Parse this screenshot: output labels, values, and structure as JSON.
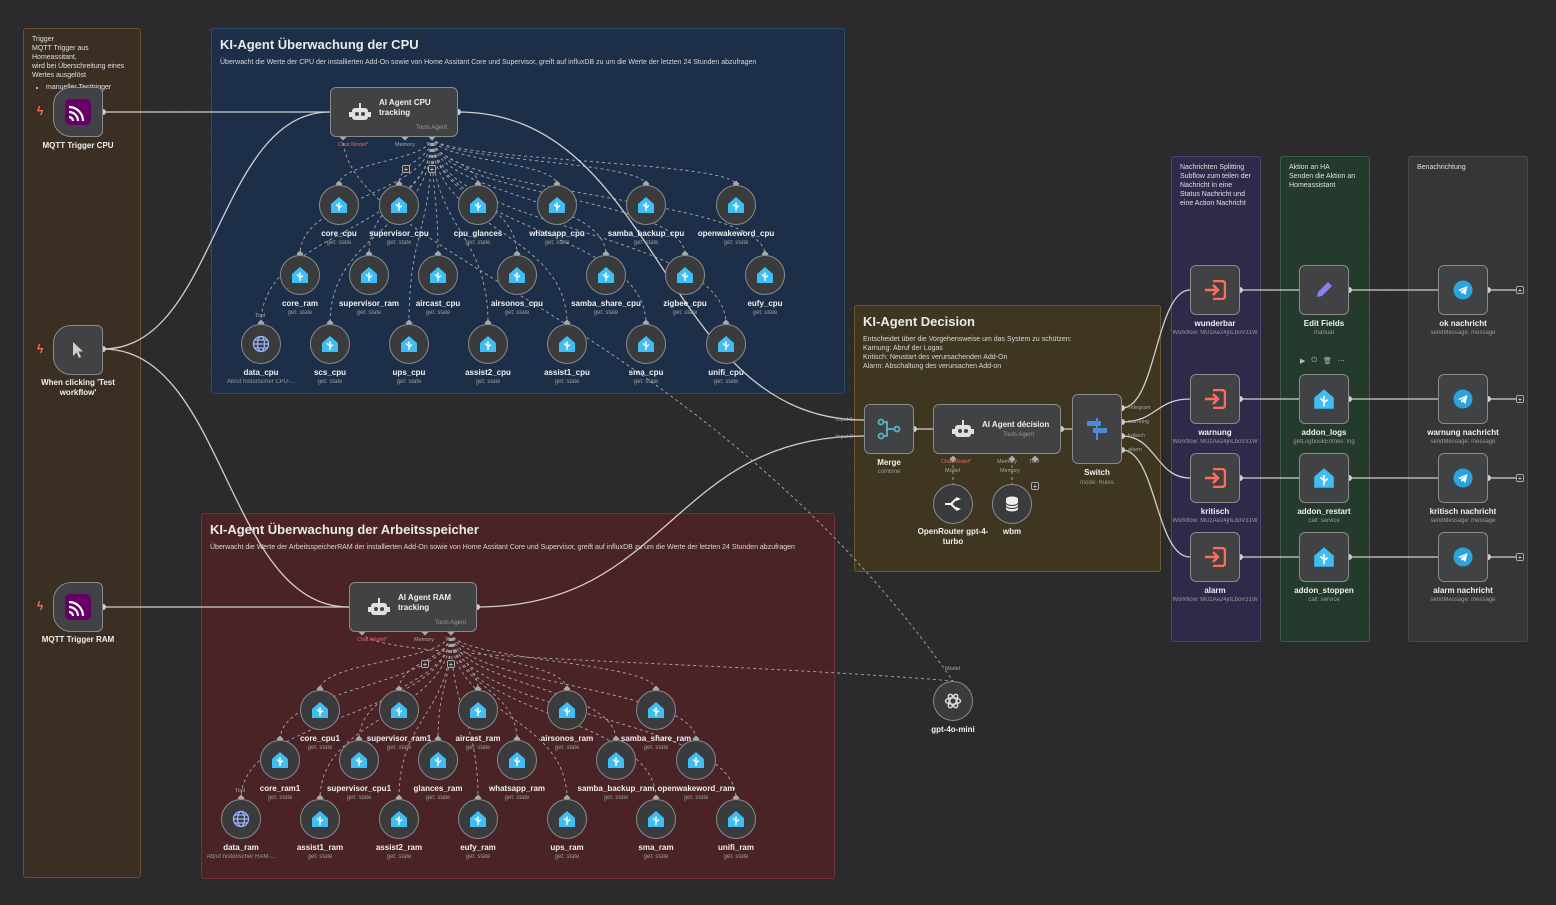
{
  "stickies": {
    "trigger": {
      "title": "Trigger",
      "desc": "MQTT Trigger aus Homeassitant,\nwird bei Überschreitung eines\nWertes ausgelöst",
      "bullet": "manueller Testtrigger",
      "color": "#3a2f22",
      "border": "#6b4f2a"
    },
    "cpu": {
      "title": "KI-Agent Überwachung der CPU",
      "desc": "Überwacht die Werte der CPU der installierten Add-On sowie von Home Assitant Core und Supervisor, greift auf influxDB zu um die Werte der letzten 24 Stunden abzufragen",
      "color": "#1d2f48",
      "border": "#2c4a6e"
    },
    "ram": {
      "title": "KI-Agent Überwachung der Arbeitsspeicher",
      "desc": "Überwacht die Werte der ArbeitsspeicherRAM der installierten Add-On sowie von Home Assitant Core und Supervisor, greift auf influxDB zu um die Werte der letzten 24 Stunden abzufragen",
      "color": "#4a2326",
      "border": "#6e3236"
    },
    "decision": {
      "title": "KI-Agent Decision",
      "desc": "Entscheidet über die Vorgehensweise um das System zu schützen:\nKarnung: Abruf der Logas\nKritisch: Neustart des verursachenden Add-On\nAlarm: Abschaltung des verursachen Add-on",
      "color": "#3e3620",
      "border": "#6a5a2c"
    },
    "split": {
      "desc": "Nachrichten Splitting\nSubflow zum teilen der\nNachricht in eine\nStatus Nachricht und\neine Action Nachricht",
      "color": "#2d2a4a",
      "border": "#4a4470"
    },
    "action": {
      "desc": "Aktion an HA\nSenden die Aktion an\nHomeassistant",
      "color": "#243a2c",
      "border": "#3a5e45"
    },
    "notify": {
      "desc": "Benachrichtung",
      "color": "#363638",
      "border": "#4a4a4c"
    }
  },
  "triggers": [
    {
      "id": "mqtt_cpu",
      "label": "MQTT Trigger CPU"
    },
    {
      "id": "test",
      "label": "When clicking 'Test workflow'"
    },
    {
      "id": "mqtt_ram",
      "label": "MQTT Trigger RAM"
    }
  ],
  "agents": {
    "cpu": {
      "title": "AI Agent CPU tracking",
      "sub": "Tools Agent",
      "p1": "Chat Model*",
      "p2": "Memory",
      "p3": "Tool"
    },
    "ram": {
      "title": "AI Agent RAM tracking",
      "sub": "Tools Agent",
      "p1": "Chat Model*",
      "p2": "Memory",
      "p3": "Tool"
    },
    "decision": {
      "title": "AI Agent décision",
      "sub": "Tools Agent",
      "p1": "Chat Model*",
      "p2": "Memory",
      "p3": "Tool"
    }
  },
  "cpu_tools": [
    {
      "label": "core_cpu",
      "sub": "get: state"
    },
    {
      "label": "supervisor_cpu",
      "sub": "get: state"
    },
    {
      "label": "cpu_glances",
      "sub": "get: state"
    },
    {
      "label": "whatsapp_cpu",
      "sub": "get: state"
    },
    {
      "label": "samba_backup_cpu",
      "sub": "get: state"
    },
    {
      "label": "openwakeword_cpu",
      "sub": "get: state"
    },
    {
      "label": "core_ram",
      "sub": "get: state"
    },
    {
      "label": "supervisor_ram",
      "sub": "get: state"
    },
    {
      "label": "aircast_cpu",
      "sub": "get: state"
    },
    {
      "label": "airsonos_cpu",
      "sub": "get: state"
    },
    {
      "label": "samba_share_cpu",
      "sub": "get: state"
    },
    {
      "label": "zigbee_cpu",
      "sub": "get: state"
    },
    {
      "label": "eufy_cpu",
      "sub": "get: state"
    },
    {
      "label": "data_cpu",
      "sub": "Abruf historischer CPU-..."
    },
    {
      "label": "scs_cpu",
      "sub": "get: state"
    },
    {
      "label": "ups_cpu",
      "sub": "get: state"
    },
    {
      "label": "assist2_cpu",
      "sub": "get: state"
    },
    {
      "label": "assist1_cpu",
      "sub": "get: state"
    },
    {
      "label": "sma_cpu",
      "sub": "get: state"
    },
    {
      "label": "unifi_cpu",
      "sub": "get: state"
    }
  ],
  "ram_tools": [
    {
      "label": "core_cpu1",
      "sub": "get: state"
    },
    {
      "label": "supervisor_ram1",
      "sub": "get: state"
    },
    {
      "label": "aircast_ram",
      "sub": "get: state"
    },
    {
      "label": "airsonos_ram",
      "sub": "get: state"
    },
    {
      "label": "samba_share_ram",
      "sub": "get: state"
    },
    {
      "label": "core_ram1",
      "sub": "get: state"
    },
    {
      "label": "supervisor_cpu1",
      "sub": "get: state"
    },
    {
      "label": "glances_ram",
      "sub": "get: state"
    },
    {
      "label": "whatsapp_ram",
      "sub": "get: state"
    },
    {
      "label": "samba_backup_ram",
      "sub": "get: state"
    },
    {
      "label": "openwakeword_ram",
      "sub": "get: state"
    },
    {
      "label": "data_ram",
      "sub": "Abruf historischer RAM-..."
    },
    {
      "label": "assist1_ram",
      "sub": "get: state"
    },
    {
      "label": "assist2_ram",
      "sub": "get: state"
    },
    {
      "label": "eufy_ram",
      "sub": "get: state"
    },
    {
      "label": "ups_ram",
      "sub": "get: state"
    },
    {
      "label": "sma_ram",
      "sub": "get: state"
    },
    {
      "label": "unifi_ram",
      "sub": "get: state"
    }
  ],
  "tool_port": "Tool",
  "merge": {
    "label": "Merge",
    "sub": "combine",
    "in1": "Input 1",
    "in2": "Input 2"
  },
  "switch": {
    "label": "Switch",
    "sub": "mode: Rules",
    "outs": [
      "Telegram",
      "warnung",
      "kritisch",
      "alarm"
    ]
  },
  "openrouter": {
    "label": "OpenRouter gpt-4-turbo",
    "port": "Model"
  },
  "wbm": {
    "label": "wbm",
    "port": "Memory"
  },
  "gpt": {
    "label": "gpt-4o-mini",
    "port": "Model"
  },
  "workflows": [
    {
      "label": "wunderbar",
      "sub": "Workflow: MUzAe24jnLboV31W"
    },
    {
      "label": "warnung",
      "sub": "Workflow: MUzAe24jnLboV31W"
    },
    {
      "label": "kritisch",
      "sub": "Workflow: MUzAe24jnLboV31W"
    },
    {
      "label": "alarm",
      "sub": "Workflow: MUzAe24jnLboV31W"
    }
  ],
  "actions": [
    {
      "label": "Edit Fields",
      "sub": "manual"
    },
    {
      "label": "addon_logs",
      "sub": "getLogbookEntries: log"
    },
    {
      "label": "addon_restart",
      "sub": "call: service"
    },
    {
      "label": "addon_stoppen",
      "sub": "call: service"
    }
  ],
  "telegrams": [
    {
      "label": "ok nachricht",
      "sub": "sendMessage: message"
    },
    {
      "label": "warnung nachricht",
      "sub": "sendMessage: message"
    },
    {
      "label": "kritisch nachricht",
      "sub": "sendMessage: message"
    },
    {
      "label": "alarm nachricht",
      "sub": "sendMessage: message"
    }
  ],
  "colors": {
    "ha": "#41bdf5",
    "workflow": "#ff6d5a",
    "telegram": "#2aa3df",
    "trigger": "#ff6d5a",
    "mqtt": "#660066",
    "edge": "#bdbdbd"
  }
}
